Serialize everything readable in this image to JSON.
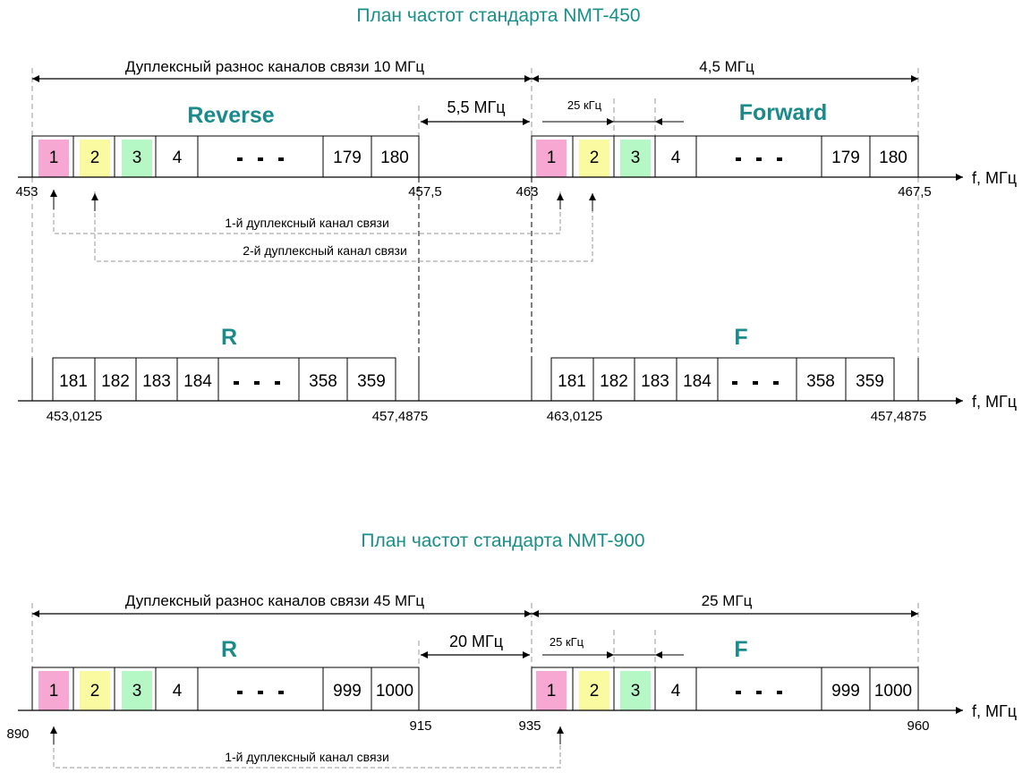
{
  "colors": {
    "pink": "#f7a8d2",
    "yellow": "#fafaa0",
    "green": "#b6f7c6",
    "teal": "#1a8a8a"
  },
  "nmt450": {
    "title": "План частот стандарта NMT-450",
    "duplex_label": "Дуплексный разнос каналов связи 10 МГц",
    "span_right": "4,5 МГц",
    "gap": "5,5 МГц",
    "step": "25 кГц",
    "reverse_label": "Reverse",
    "forward_label": "Forward",
    "cells_main": [
      "1",
      "2",
      "3",
      "4",
      "179",
      "180"
    ],
    "ticks_main": [
      "453",
      "457,5",
      "463",
      "467,5"
    ],
    "duplex1": "1-й дуплексный канал связи",
    "duplex2": "2-й дуплексный канал связи",
    "r_label": "R",
    "f_label": "F",
    "cells_second": [
      "181",
      "182",
      "183",
      "184",
      "358",
      "359"
    ],
    "ticks_second": [
      "453,0125",
      "457,4875",
      "463,0125",
      "457,4875"
    ],
    "axis_label": "f, МГц"
  },
  "nmt900": {
    "title": "План частот стандарта NMT-900",
    "duplex_label": "Дуплексный разнос каналов связи  45 МГц",
    "span_right": "25 МГц",
    "gap": "20 МГц",
    "step": "25 кГц",
    "r_label": "R",
    "f_label": "F",
    "cells": [
      "1",
      "2",
      "3",
      "4",
      "999",
      "1000"
    ],
    "ticks": [
      "890",
      "915",
      "935",
      "960"
    ],
    "duplex1": "1-й дуплексный канал связи",
    "axis_label": "f, МГц"
  }
}
